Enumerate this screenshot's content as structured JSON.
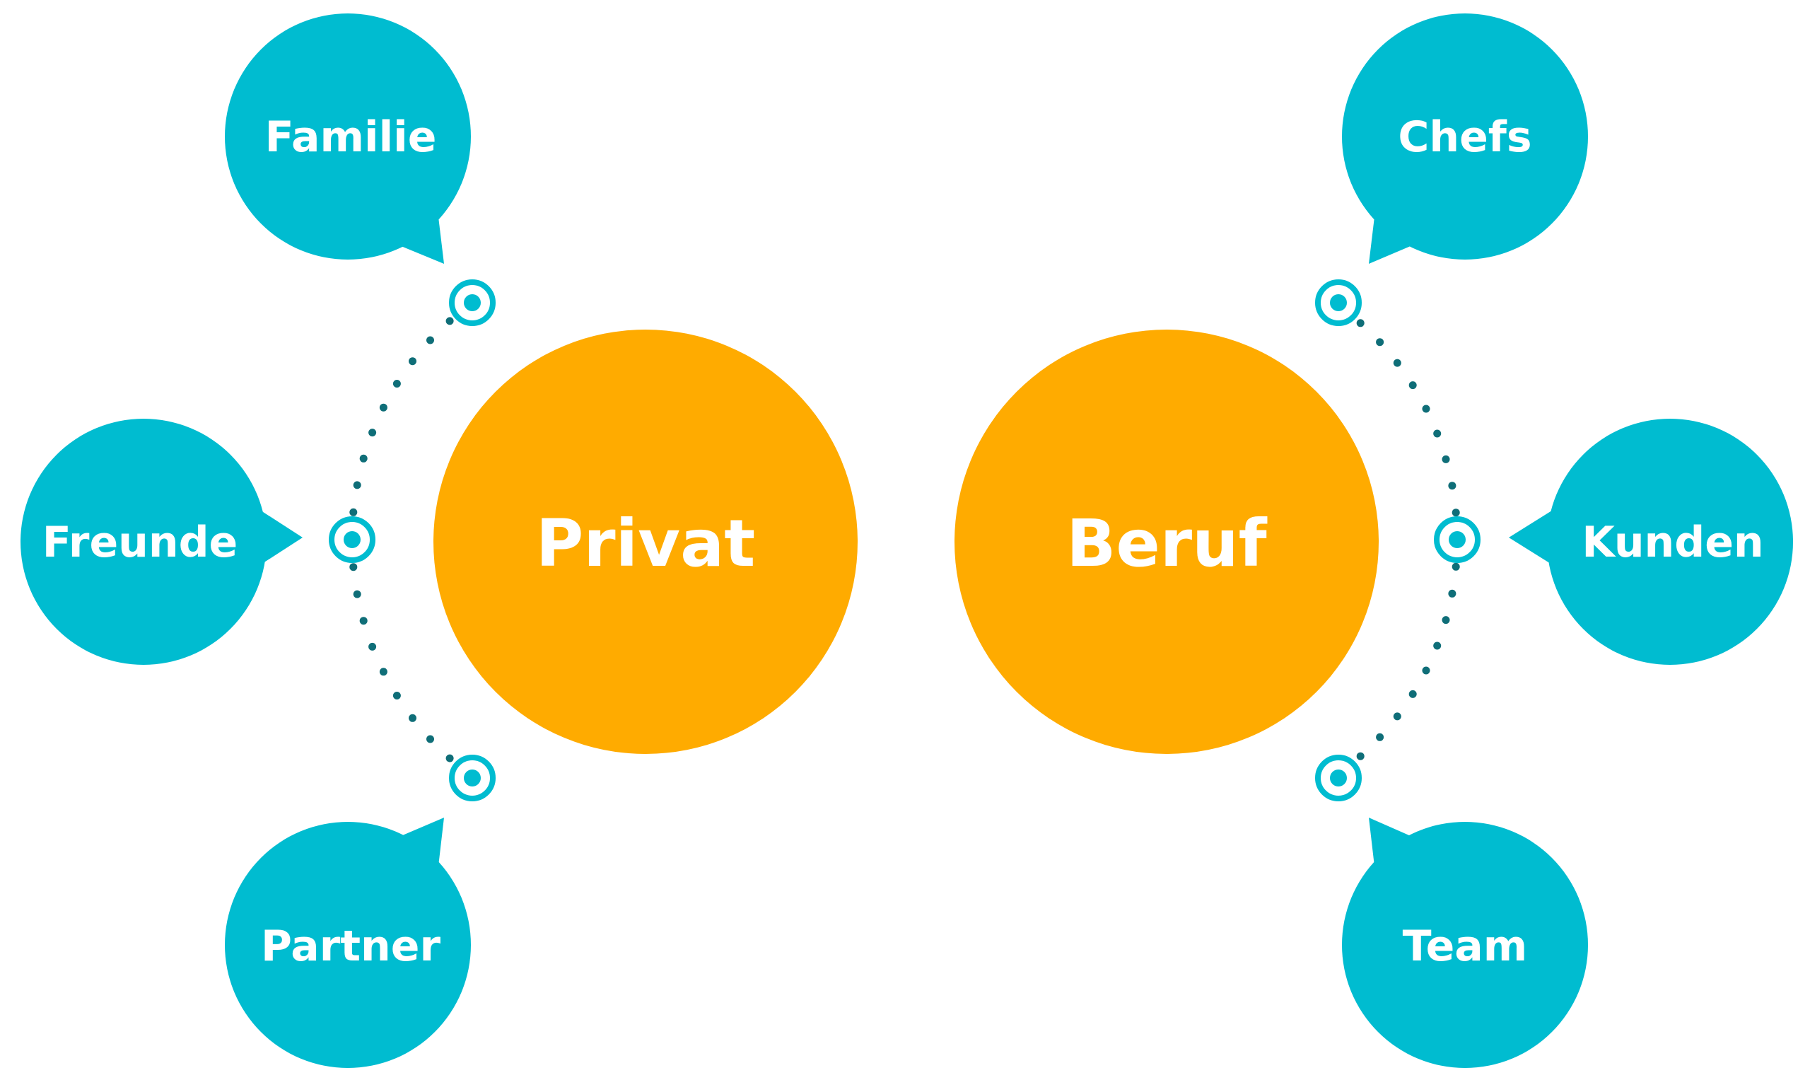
{
  "colors": {
    "hub": "#FFAB00",
    "bubble": "#00BCD0",
    "dots": "#0F6E78",
    "text": "#FFFFFF",
    "background": "#FFFFFF"
  },
  "hubs": {
    "privat": {
      "label": "Privat"
    },
    "beruf": {
      "label": "Beruf"
    }
  },
  "bubbles": {
    "familie": {
      "label": "Familie"
    },
    "freunde": {
      "label": "Freunde"
    },
    "partner": {
      "label": "Partner"
    },
    "chefs": {
      "label": "Chefs"
    },
    "kunden": {
      "label": "Kunden"
    },
    "team": {
      "label": "Team"
    }
  },
  "icons": {
    "connector": "target-ring-icon"
  }
}
